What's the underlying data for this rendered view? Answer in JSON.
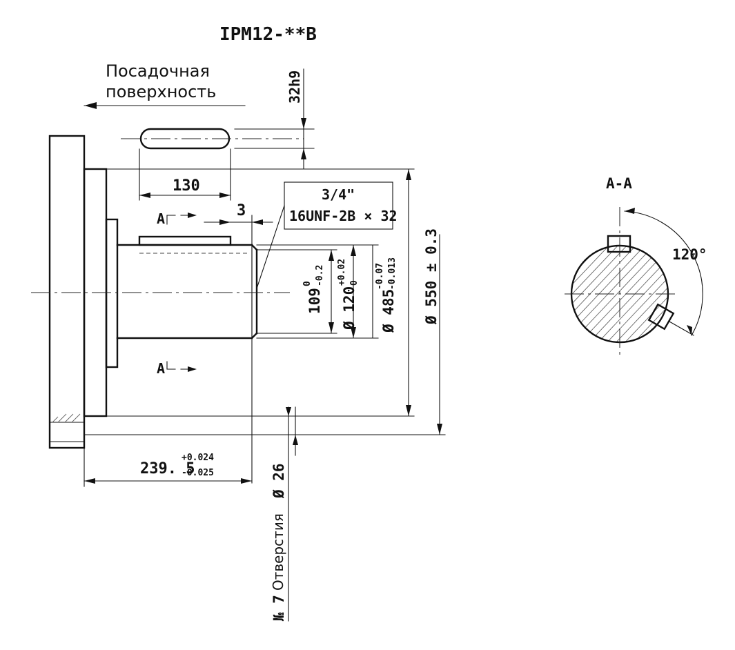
{
  "title": "IPM12-**B",
  "seat_label": [
    "Посадочная",
    "поверхность"
  ],
  "key_width": "32h9",
  "key_length": "130",
  "key_offset": "3",
  "section_mark": "A",
  "thread": {
    "line1": "3/4\"",
    "line2": "16UNF-2B × 32"
  },
  "dim_109": {
    "base": "109",
    "upper": "0",
    "lower": "-0.2"
  },
  "dim_120": {
    "base": "Ø 120",
    "upper": "+0.02",
    "lower": "0"
  },
  "dim_485": {
    "base": "Ø 485",
    "upper": "-0.07",
    "lower": "-0.013"
  },
  "dim_550": "Ø 550 ± 0.3",
  "dim_2395": {
    "base": "239. 5",
    "upper": "+0.024",
    "lower": "-0.025"
  },
  "holes": {
    "prefix": "№ 7",
    "word": "Отверстия",
    "dia": "Ø 26"
  },
  "section_title": "A-A",
  "angle": "120°"
}
